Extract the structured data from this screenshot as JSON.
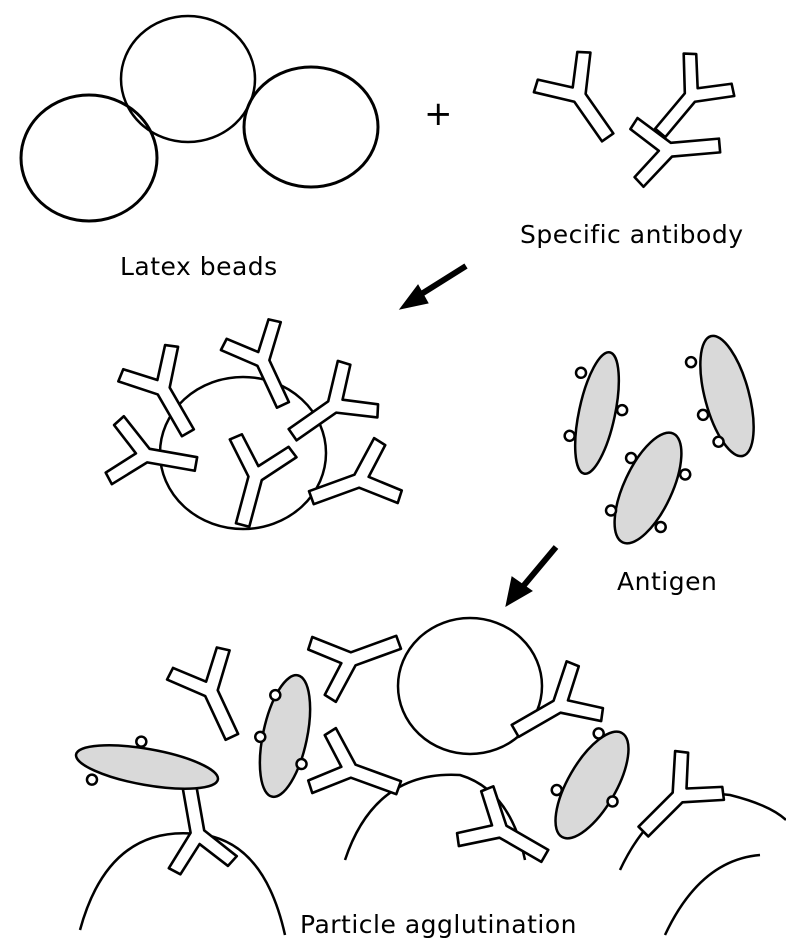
{
  "labels": {
    "latex_beads": "Latex beads",
    "specific_antibody": "Specific antibody",
    "plus": "+",
    "antigen": "Antigen",
    "particle_agglutination": "Particle agglutination"
  },
  "colors": {
    "ink": "#000000",
    "paper": "#ffffff",
    "antigen_fill": "#d9d9d9"
  }
}
